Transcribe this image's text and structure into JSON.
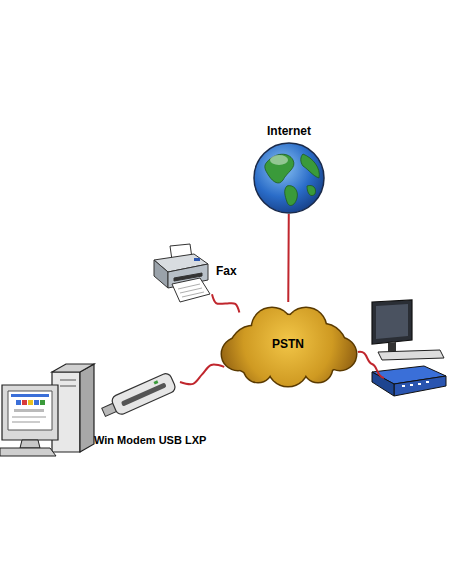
{
  "diagram": {
    "nodes": [
      {
        "text": [
          "Internet"
        ]
      },
      {
        "text": [
          "Fax"
        ]
      },
      {
        "text": [
          "PSTN"
        ]
      },
      {
        "text": [
          "Win Modem USB LXP"
        ]
      }
    ],
    "edges": [
      {
        "from": 0,
        "to": 2,
        "arrow": "none"
      },
      {
        "from": 1,
        "to": 2,
        "arrow": "none"
      },
      {
        "from": 3,
        "to": 2,
        "arrow": "none"
      }
    ]
  }
}
